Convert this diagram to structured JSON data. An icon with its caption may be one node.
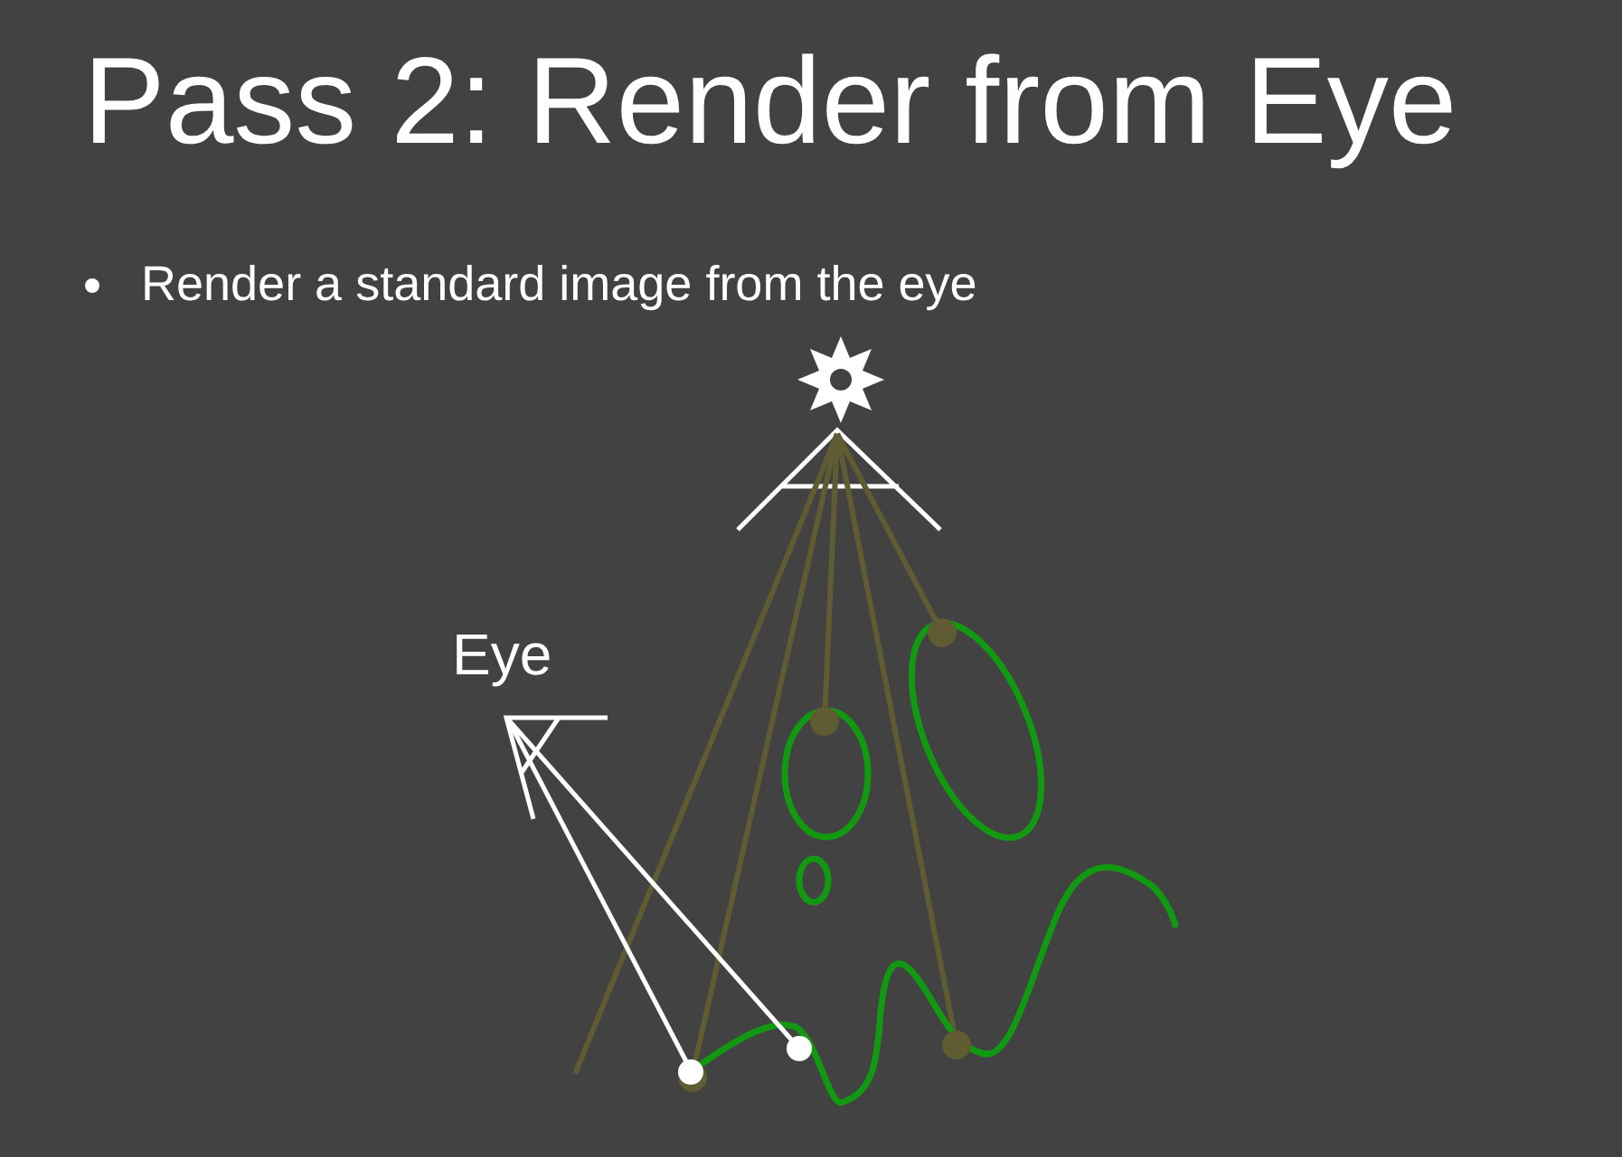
{
  "diagram": {
    "title": "Pass 2: Render from Eye",
    "labels": [
      "Render a standard image from the eye",
      "Eye"
    ]
  }
}
